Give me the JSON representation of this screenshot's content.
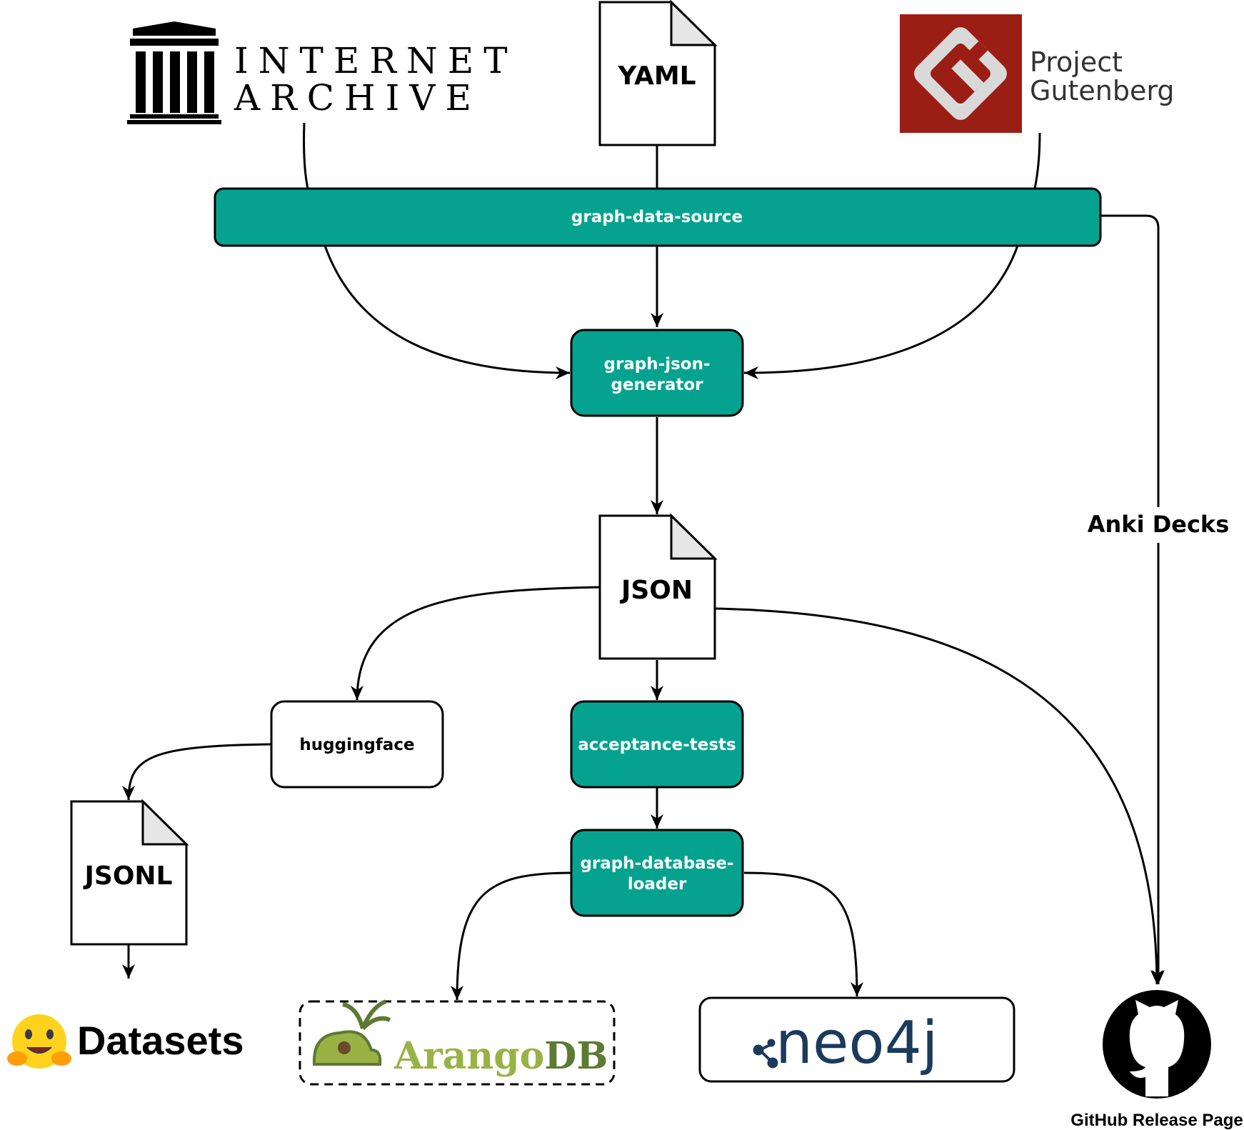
{
  "sources": {
    "internet_archive": {
      "line1": "INTERNET",
      "line2": "ARCHIVE"
    },
    "yaml": {
      "label": "YAML"
    },
    "gutenberg": {
      "line1": "Project",
      "line2": "Gutenberg",
      "color": "#9b1e14"
    }
  },
  "nodes": {
    "graph_data_source": {
      "label": "graph-data-source"
    },
    "graph_json_generator": {
      "line1": "graph-json-",
      "line2": "generator"
    },
    "huggingface": {
      "label": "huggingface"
    },
    "acceptance_tests": {
      "label": "acceptance-tests"
    },
    "graph_database_loader": {
      "line1": "graph-database-",
      "line2": "loader"
    }
  },
  "documents": {
    "json": {
      "label": "JSON"
    },
    "jsonl": {
      "label": "JSONL"
    }
  },
  "edge_labels": {
    "anki": "Anki Decks"
  },
  "targets": {
    "datasets": {
      "label": "Datasets"
    },
    "arangodb": {
      "label_a": "Arango",
      "label_b": "DB"
    },
    "neo4j": {
      "label": "neo4j"
    },
    "github": {
      "label": "GitHub Release Page"
    }
  },
  "colors": {
    "teal": "#05a38f",
    "arango_green": "#98b246",
    "arango_dark": "#5c7a32",
    "neo4j_blue": "#1b3a5c",
    "hf_yellow": "#ffd21e"
  }
}
